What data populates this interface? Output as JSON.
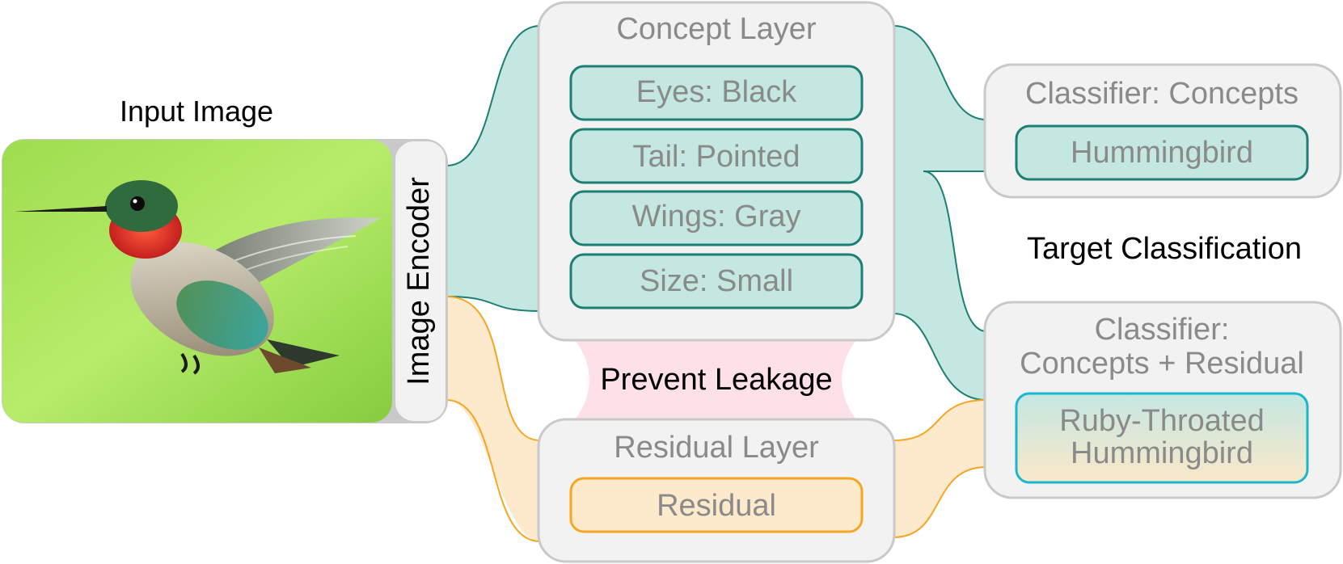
{
  "input": {
    "title": "Input Image",
    "photo_icon": "hummingbird-photo"
  },
  "encoder": {
    "label": "Image Encoder"
  },
  "concept_layer": {
    "title": "Concept Layer",
    "concepts": [
      "Eyes: Black",
      "Tail: Pointed",
      "Wings: Gray",
      "Size: Small"
    ]
  },
  "leakage": {
    "label": "Prevent Leakage"
  },
  "residual_layer": {
    "title": "Residual Layer",
    "residual": "Residual"
  },
  "target": {
    "label": "Target Classification"
  },
  "classifier_concepts": {
    "title": "Classifier: Concepts",
    "output": "Hummingbird"
  },
  "classifier_residual": {
    "title_line1": "Classifier:",
    "title_line2": "Concepts + Residual",
    "output_line1": "Ruby-Throated",
    "output_line2": "Hummingbird"
  },
  "colors": {
    "concept_fill": "#c4e7e2",
    "concept_stroke": "#1d7f74",
    "residual_fill": "#fde9cc",
    "residual_stroke": "#f5a623",
    "leakage_fill": "#fde0e8",
    "panel_fill": "#f2f2f2",
    "panel_stroke": "#c9c9c9",
    "output_cyan_stroke": "#1bb6cf"
  }
}
